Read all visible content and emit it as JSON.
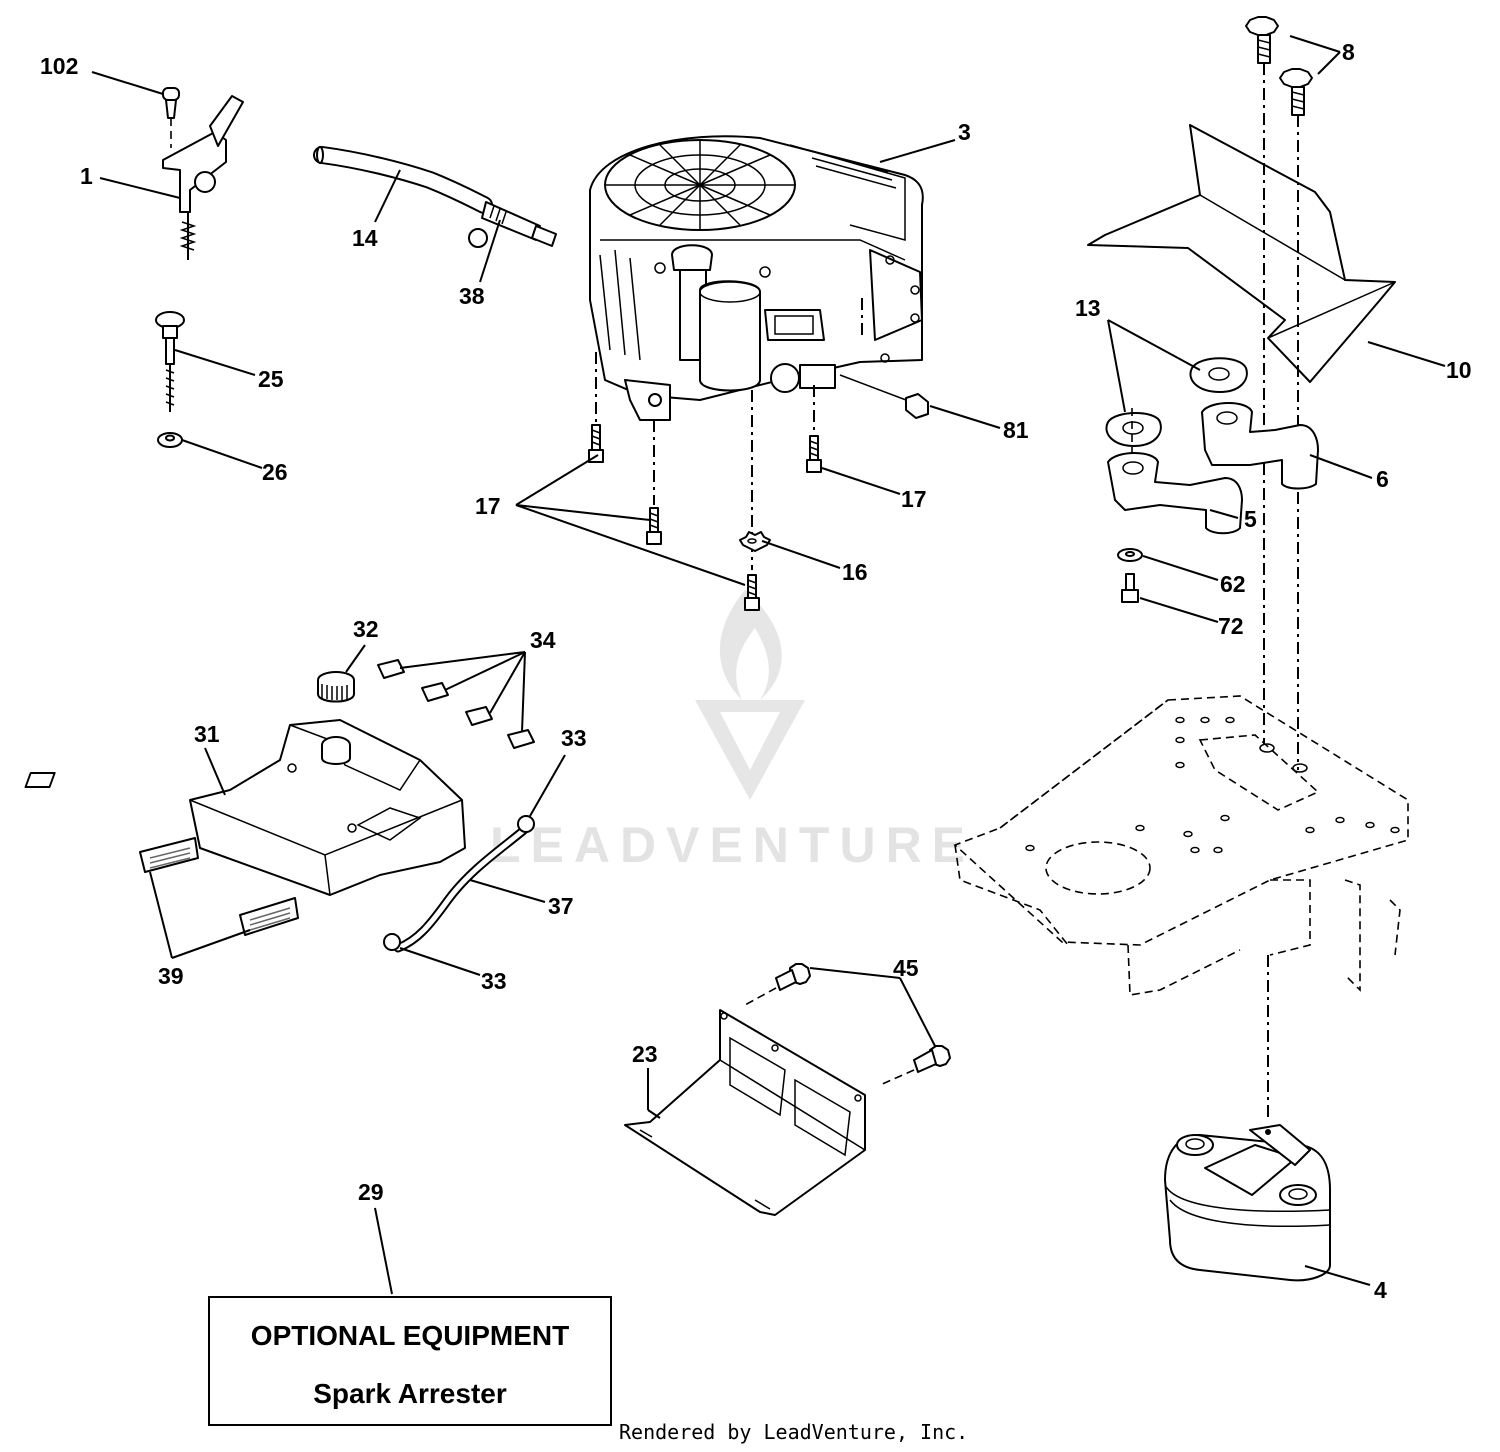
{
  "labels": {
    "p102": "102",
    "p1": "1",
    "p14": "14",
    "p38": "38",
    "p3": "3",
    "p8": "8",
    "p10": "10",
    "p13": "13",
    "p6": "6",
    "p5": "5",
    "p25": "25",
    "p26": "26",
    "p81": "81",
    "p17a": "17",
    "p17b": "17",
    "p16": "16",
    "p62": "62",
    "p72": "72",
    "p32": "32",
    "p34": "34",
    "p31": "31",
    "p33a": "33",
    "p33b": "33",
    "p37": "37",
    "p39": "39",
    "p45": "45",
    "p23": "23",
    "p29": "29",
    "p4": "4"
  },
  "callout": {
    "title": "OPTIONAL EQUIPMENT",
    "subtitle": "Spark Arrester"
  },
  "watermark": "LEADVENTURE",
  "credit": "Rendered by LeadVenture, Inc."
}
